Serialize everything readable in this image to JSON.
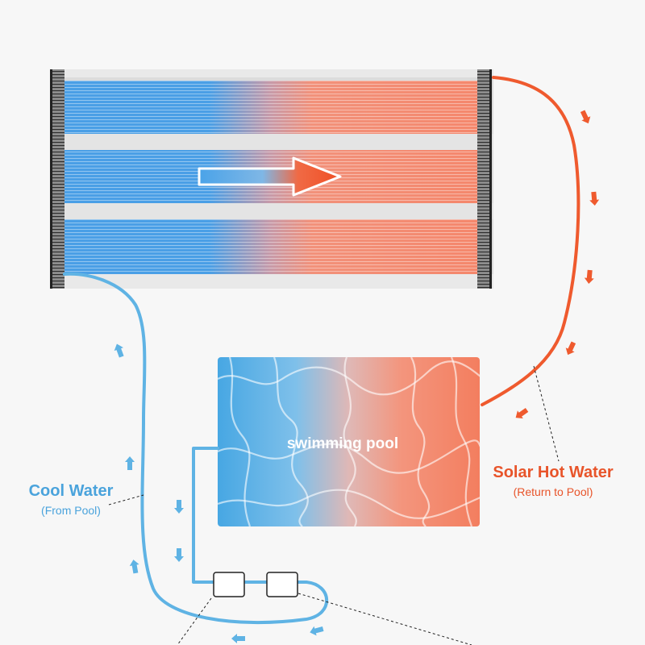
{
  "labels": {
    "cool_title": "Cool Water",
    "cool_sub": "(From Pool)",
    "hot_title": "Solar Hot Water",
    "hot_sub": "(Return to Pool)",
    "pool": "swimming pool"
  },
  "colors": {
    "cool": "#5fb3e4",
    "cool_text": "#4aa3dc",
    "hot": "#ef5a2e",
    "hot_text": "#e8542a",
    "panel_frame": "#dcdcdc",
    "background": "#f7f7f7"
  },
  "icons": {
    "flow_arrow": "flow-direction-arrow-icon",
    "heating_arrow": "heating-direction-arrow-icon"
  }
}
